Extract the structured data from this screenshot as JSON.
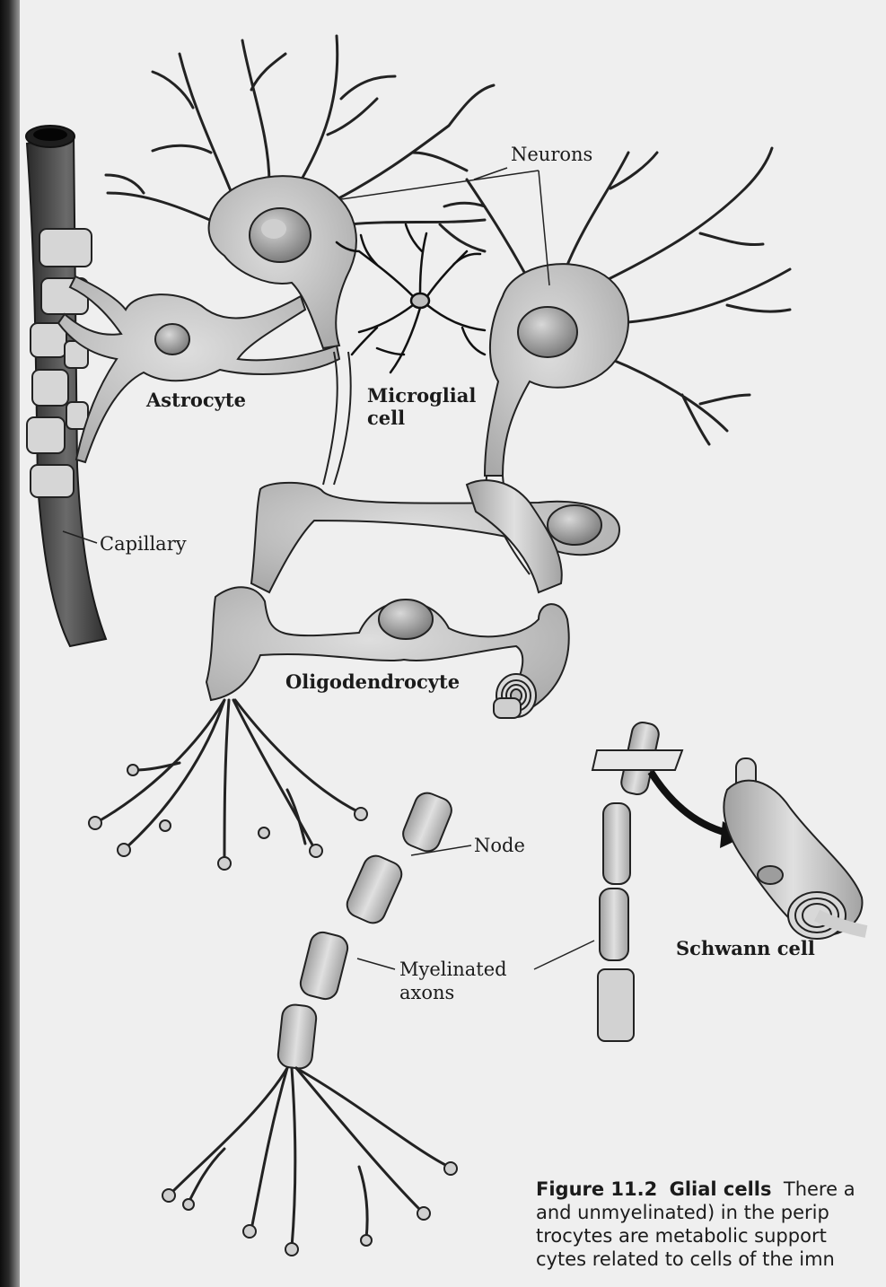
{
  "labels": {
    "neurons": "Neurons",
    "astrocyte": "Astrocyte",
    "microglial_1": "Microglial",
    "microglial_2": "cell",
    "capillary": "Capillary",
    "oligodendrocyte": "Oligodendrocyte",
    "node": "Node",
    "myelinated_1": "Myelinated",
    "myelinated_2": "axons",
    "schwann": "Schwann cell"
  },
  "caption": {
    "number": "Figure 11.2",
    "title": "Glial cells",
    "line1_rest": "There a",
    "line2": "and unmyelinated) in the perip",
    "line3": "trocytes are metabolic support",
    "line4": "cytes related to cells of the imn"
  },
  "colors": {
    "cell_fill": "#c9c9c9",
    "cell_shade": "#a8a8a8",
    "nucleus": "#8c8c8c",
    "outline": "#222222",
    "capillary": "#4a4a4a"
  }
}
